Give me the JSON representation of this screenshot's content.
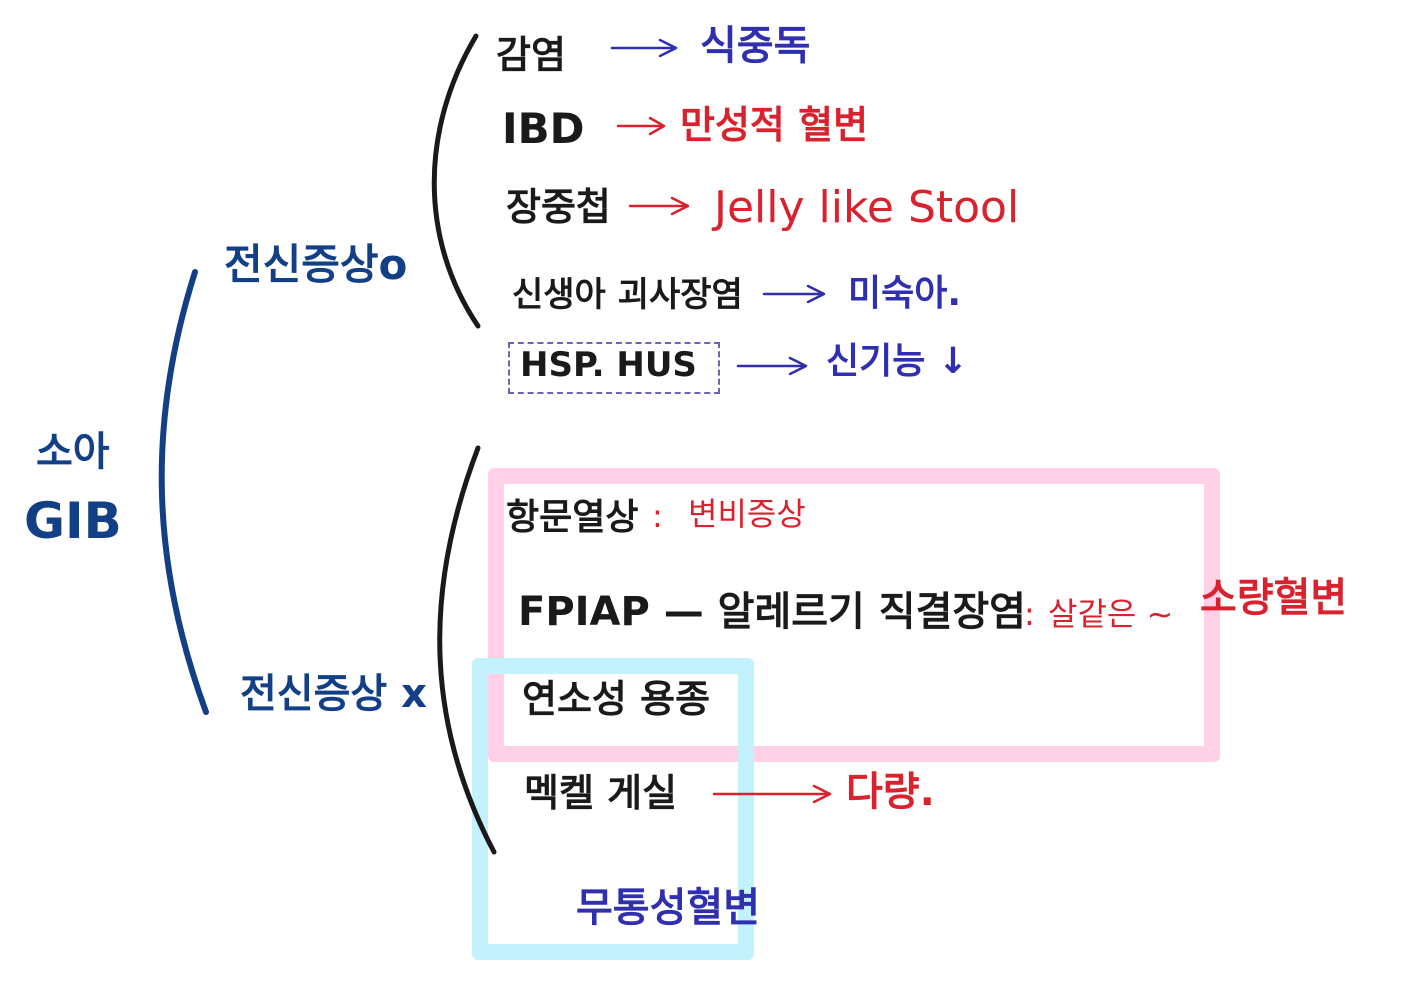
{
  "root": {
    "line1": "소아",
    "line2": "GIB"
  },
  "branches": {
    "systemic_yes": "전신증상o",
    "systemic_no": "전신증상 x"
  },
  "top_items": [
    {
      "label": "감염",
      "note": "식중독"
    },
    {
      "label": "IBD",
      "note": "만성적 혈변"
    },
    {
      "label": "장중첩",
      "note": "Jelly like Stool"
    },
    {
      "label": "신생아 괴사장염",
      "note": "미숙아."
    },
    {
      "label": "HSP. HUS",
      "note": "신기능 ↓"
    }
  ],
  "bottom_items": {
    "anal_fissure": {
      "label": "항문열상",
      "sep": ":",
      "note": "변비증상"
    },
    "fpiap": {
      "label": "FPIAP  —  알레르기 직결장염",
      "sep": ":",
      "note": "살같은 ~"
    },
    "lymphoid": {
      "label": "연소성 용종"
    },
    "meckel": {
      "label": "멕켈 게실",
      "note": "다량."
    }
  },
  "group_labels": {
    "small_bleed": "소량혈변",
    "painless": "무통성혈변"
  },
  "colors": {
    "navy": "#123f86",
    "black_text": "#1a1a1a",
    "red_note": "#d8222e",
    "blue_note": "#2f2fb0",
    "pink_box": "#ffd0e6",
    "cyan_box": "#c4f2fc"
  }
}
